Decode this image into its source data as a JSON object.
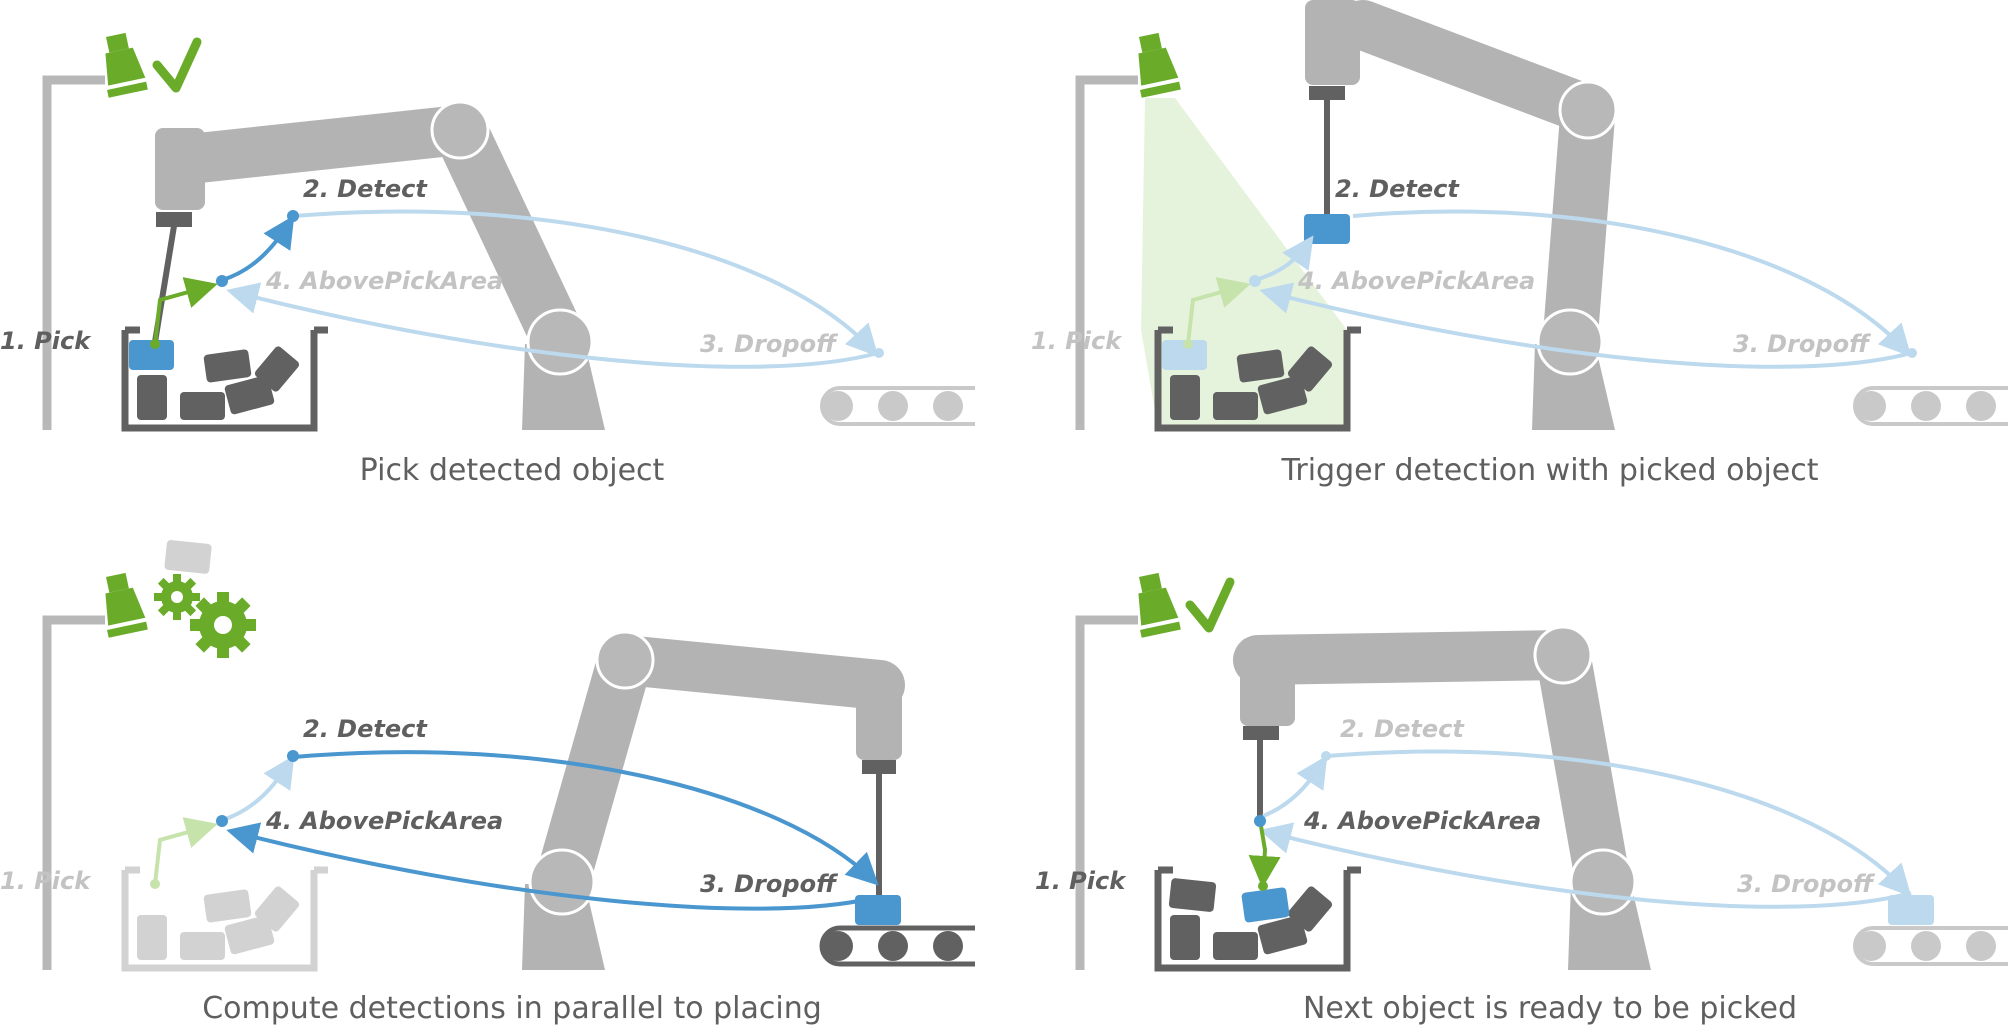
{
  "colors": {
    "robot": "#b3b3b3",
    "robot_joint": "#b8b8b8",
    "dark": "#616161",
    "blue": "#4a96cf",
    "blue_light": "#bcd9ee",
    "green": "#6aac2a",
    "green_light": "#c6e3ac",
    "beam": "#e6f3dc",
    "text_dark": "#5f5f5f",
    "text_faint": "#c3c3c3"
  },
  "icons": [
    "camera-icon",
    "check-icon",
    "gears-icon",
    "conveyor-icon"
  ],
  "panels": [
    {
      "caption": "Pick detected object",
      "labels": {
        "pick": "1. Pick",
        "detect": "2. Detect",
        "dropoff": "3. Dropoff",
        "above": "4. AbovePickArea"
      },
      "status_icon": "check-icon"
    },
    {
      "caption": "Trigger detection with picked object",
      "labels": {
        "pick": "1. Pick",
        "detect": "2. Detect",
        "dropoff": "3. Dropoff",
        "above": "4. AbovePickArea"
      },
      "status_icon": "camera-beam"
    },
    {
      "caption": "Compute detections in parallel to placing",
      "labels": {
        "pick": "1. Pick",
        "detect": "2. Detect",
        "dropoff": "3. Dropoff",
        "above": "4. AbovePickArea"
      },
      "status_icon": "gears-icon"
    },
    {
      "caption": "Next object is ready to be picked",
      "labels": {
        "pick": "1. Pick",
        "detect": "2. Detect",
        "dropoff": "3. Dropoff",
        "above": "4. AbovePickArea"
      },
      "status_icon": "check-icon"
    }
  ]
}
